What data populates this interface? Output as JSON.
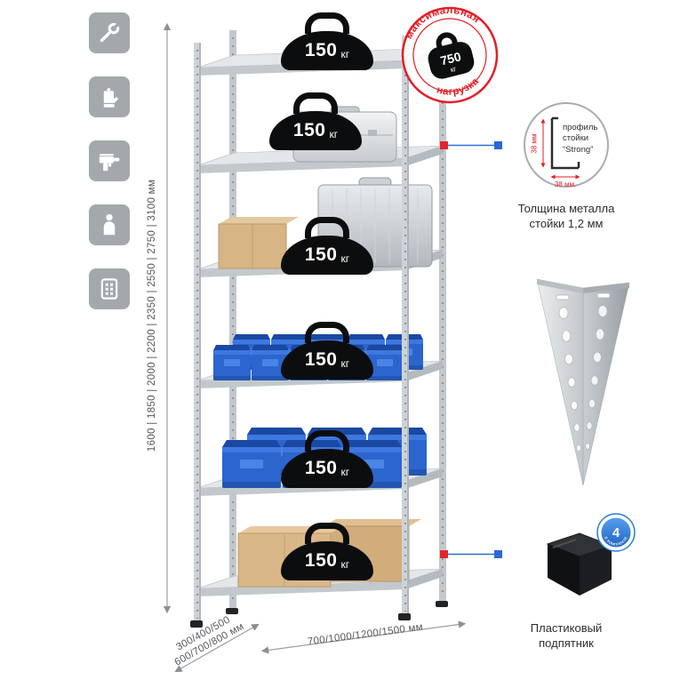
{
  "sidebar_icons": [
    {
      "icon": "wrench-icon"
    },
    {
      "icon": "glove-icon"
    },
    {
      "icon": "drill-icon"
    },
    {
      "icon": "person-icon"
    },
    {
      "icon": "perforated-panel-icon"
    }
  ],
  "rack": {
    "shelf_badge": {
      "value": "150",
      "unit": "кг"
    }
  },
  "stamp": {
    "top": "максимальная",
    "bottom": "нагрузка",
    "value": "750",
    "unit": "кг"
  },
  "profile": {
    "line1": "профиль",
    "line2": "стойки",
    "line3": "“Strong”",
    "dim_vertical": "38 мм",
    "dim_horizontal": "38 мм.",
    "caption1": "Толщина металла",
    "caption2": "стойки 1,2 мм"
  },
  "foot": {
    "badge_value": "4",
    "badge_arc": "в комплекте",
    "caption1": "Пластиковый",
    "caption2": "подпятник"
  },
  "dims": {
    "height": "1600 | 1850 | 2000 | 2200 | 2350 | 2550 | 2750 | 3100 мм",
    "depth_line1": "300/400/500",
    "depth_line2": "600/700/800 мм",
    "width": "700/1000/1200/1500 мм"
  }
}
